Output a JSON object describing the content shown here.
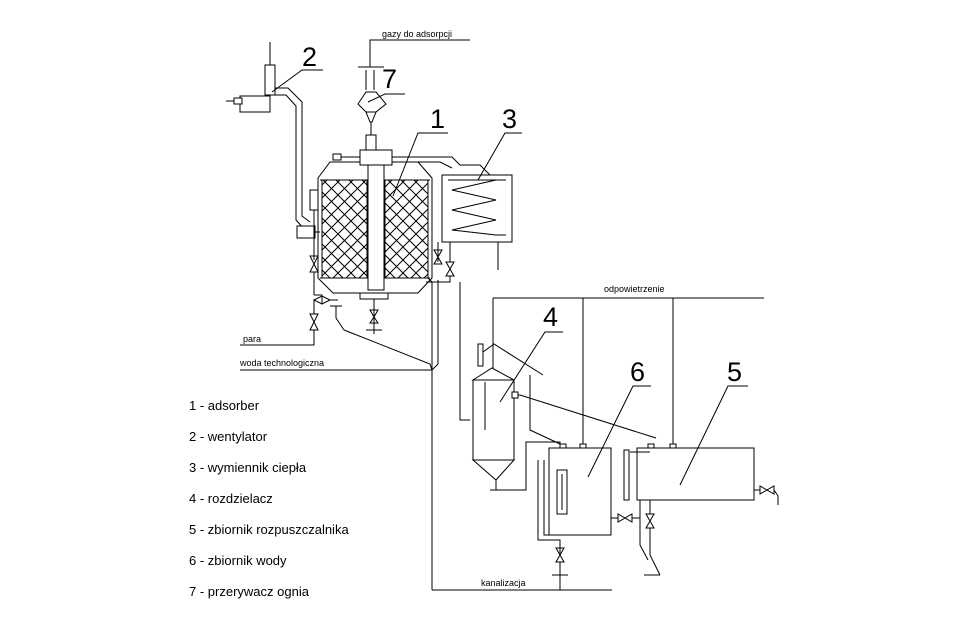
{
  "diagram": {
    "numbers": [
      "1",
      "2",
      "3",
      "4",
      "5",
      "6",
      "7"
    ],
    "labels": {
      "gazy": "gazy do adsorpcji",
      "odpowietrzenie": "odpowietrzenie",
      "para": "para",
      "woda": "woda technologiczna",
      "kanalizacja": "kanalizacja"
    }
  },
  "legend": [
    "1 - adsorber",
    "2 - wentylator",
    "3 - wymiennik ciepła",
    "4 - rozdzielacz",
    "5 - zbiornik rozpuszczalnika",
    "6 - zbiornik wody",
    "7 - przerywacz ognia"
  ]
}
